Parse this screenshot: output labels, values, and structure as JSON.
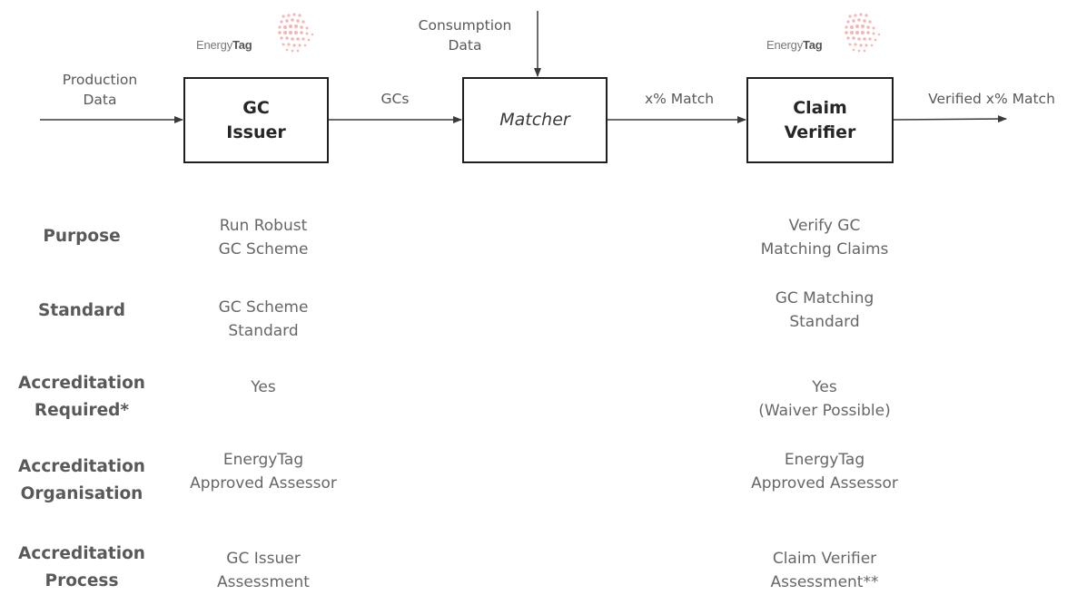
{
  "logos": {
    "left": {
      "prefix": "Energy",
      "suffix": "Tag"
    },
    "right": {
      "prefix": "Energy",
      "suffix": "Tag"
    }
  },
  "flow": {
    "inputs": {
      "production": [
        "Production",
        "Data"
      ],
      "consumption": [
        "Consumption",
        "Data"
      ]
    },
    "boxes": {
      "issuer": [
        "GC",
        "Issuer"
      ],
      "matcher": "Matcher",
      "verifier": [
        "Claim",
        "Verifier"
      ]
    },
    "edges": {
      "gcs": "GCs",
      "match": "x% Match",
      "verified": "Verified x% Match"
    }
  },
  "table": {
    "rows": [
      {
        "label": [
          "Purpose"
        ],
        "issuer": [
          "Run Robust",
          "GC Scheme"
        ],
        "verifier": [
          "Verify GC",
          "Matching Claims"
        ]
      },
      {
        "label": [
          "Standard"
        ],
        "issuer": [
          "GC Scheme",
          "Standard"
        ],
        "verifier": [
          "GC Matching",
          "Standard"
        ]
      },
      {
        "label": [
          "Accreditation",
          "Required*"
        ],
        "issuer": [
          "Yes"
        ],
        "verifier": [
          "Yes",
          "(Waiver Possible)"
        ]
      },
      {
        "label": [
          "Accreditation",
          "Organisation"
        ],
        "issuer": [
          "EnergyTag",
          "Approved Assessor"
        ],
        "verifier": [
          "EnergyTag",
          "Approved Assessor"
        ]
      },
      {
        "label": [
          "Accreditation",
          "Process"
        ],
        "issuer": [
          "GC Issuer",
          "Assessment"
        ],
        "verifier": [
          "Claim Verifier",
          "Assessment**"
        ]
      }
    ]
  },
  "colors": {
    "stroke": "#1f1f1f",
    "text": "#595959",
    "logo_dots": "#f2a3a3"
  }
}
